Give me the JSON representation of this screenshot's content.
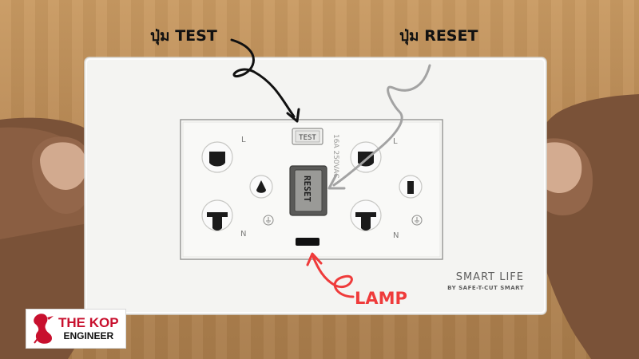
{
  "annotations": {
    "test_label": "ปุ่ม TEST",
    "reset_label": "ปุ่ม RESET",
    "lamp_label": "LAMP"
  },
  "device": {
    "test_button_text": "TEST",
    "reset_button_text": "RESET",
    "left_L": "L",
    "left_N": "N",
    "right_L": "L",
    "right_N": "N",
    "rating_text": "16A 250VAC",
    "brand_name": "SMART LIFE",
    "brand_subtitle": "BY SAFE-T-CUT SMART"
  },
  "logo": {
    "line1": "THE KOP",
    "line2": "ENGINEER"
  },
  "colors": {
    "background_wood": "#c49460",
    "plate": "#f4f4f2",
    "lamp_label": "#ef3b3b",
    "logo_red": "#c8102e",
    "arrow_dark": "#111111",
    "arrow_gray": "#a3a3a3",
    "arrow_red": "#ef3b3b"
  }
}
